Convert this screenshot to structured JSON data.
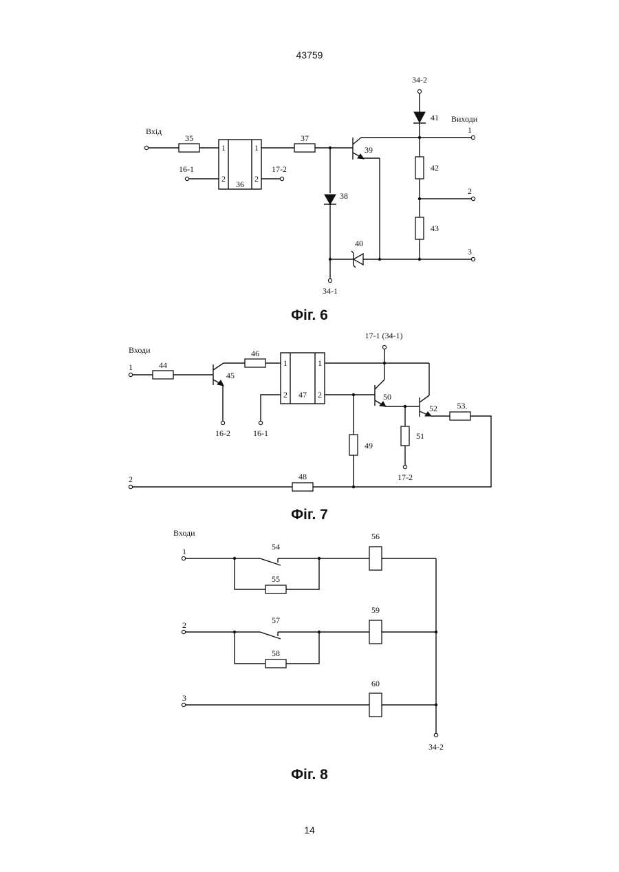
{
  "header": {
    "doc_number": "43759"
  },
  "footer": {
    "page_number": "14"
  },
  "fig6": {
    "caption": "Фіг. 6",
    "input_label": "Вхід",
    "outputs_label": "Виходи",
    "n35": "35",
    "n36": "36",
    "n37": "37",
    "n38": "38",
    "n39": "39",
    "n40": "40",
    "n41": "41",
    "n42": "42",
    "n43": "43",
    "pin_in1": "1",
    "pin_in2": "2",
    "pin_out1": "1",
    "pin_out2": "2",
    "term_16_1": "16-1",
    "term_17_2": "17-2",
    "term_34_1": "34-1",
    "term_34_2": "34-2",
    "out1": "1",
    "out2": "2",
    "out3": "3"
  },
  "fig7": {
    "caption": "Фіг. 7",
    "inputs_label": "Входи",
    "in1": "1",
    "in2": "2",
    "n44": "44",
    "n45": "45",
    "n46": "46",
    "n47": "47",
    "n48": "48",
    "n49": "49",
    "n50": "50",
    "n51": "51",
    "n52": "52",
    "n53": "53.",
    "pin_in1": "1",
    "pin_in2": "2",
    "pin_out1": "1",
    "pin_out2": "2",
    "term_16_2": "16-2",
    "term_16_1": "16-1",
    "term_17_1": "17-1 (34-1)",
    "term_17_2": "17-2"
  },
  "fig8": {
    "caption": "Фіг. 8",
    "inputs_label": "Входи",
    "in1": "1",
    "in2": "2",
    "in3": "3",
    "n54": "54",
    "n55": "55",
    "n56": "56",
    "n57": "57",
    "n58": "58",
    "n59": "59",
    "n60": "60",
    "term_34_2": "34-2"
  }
}
